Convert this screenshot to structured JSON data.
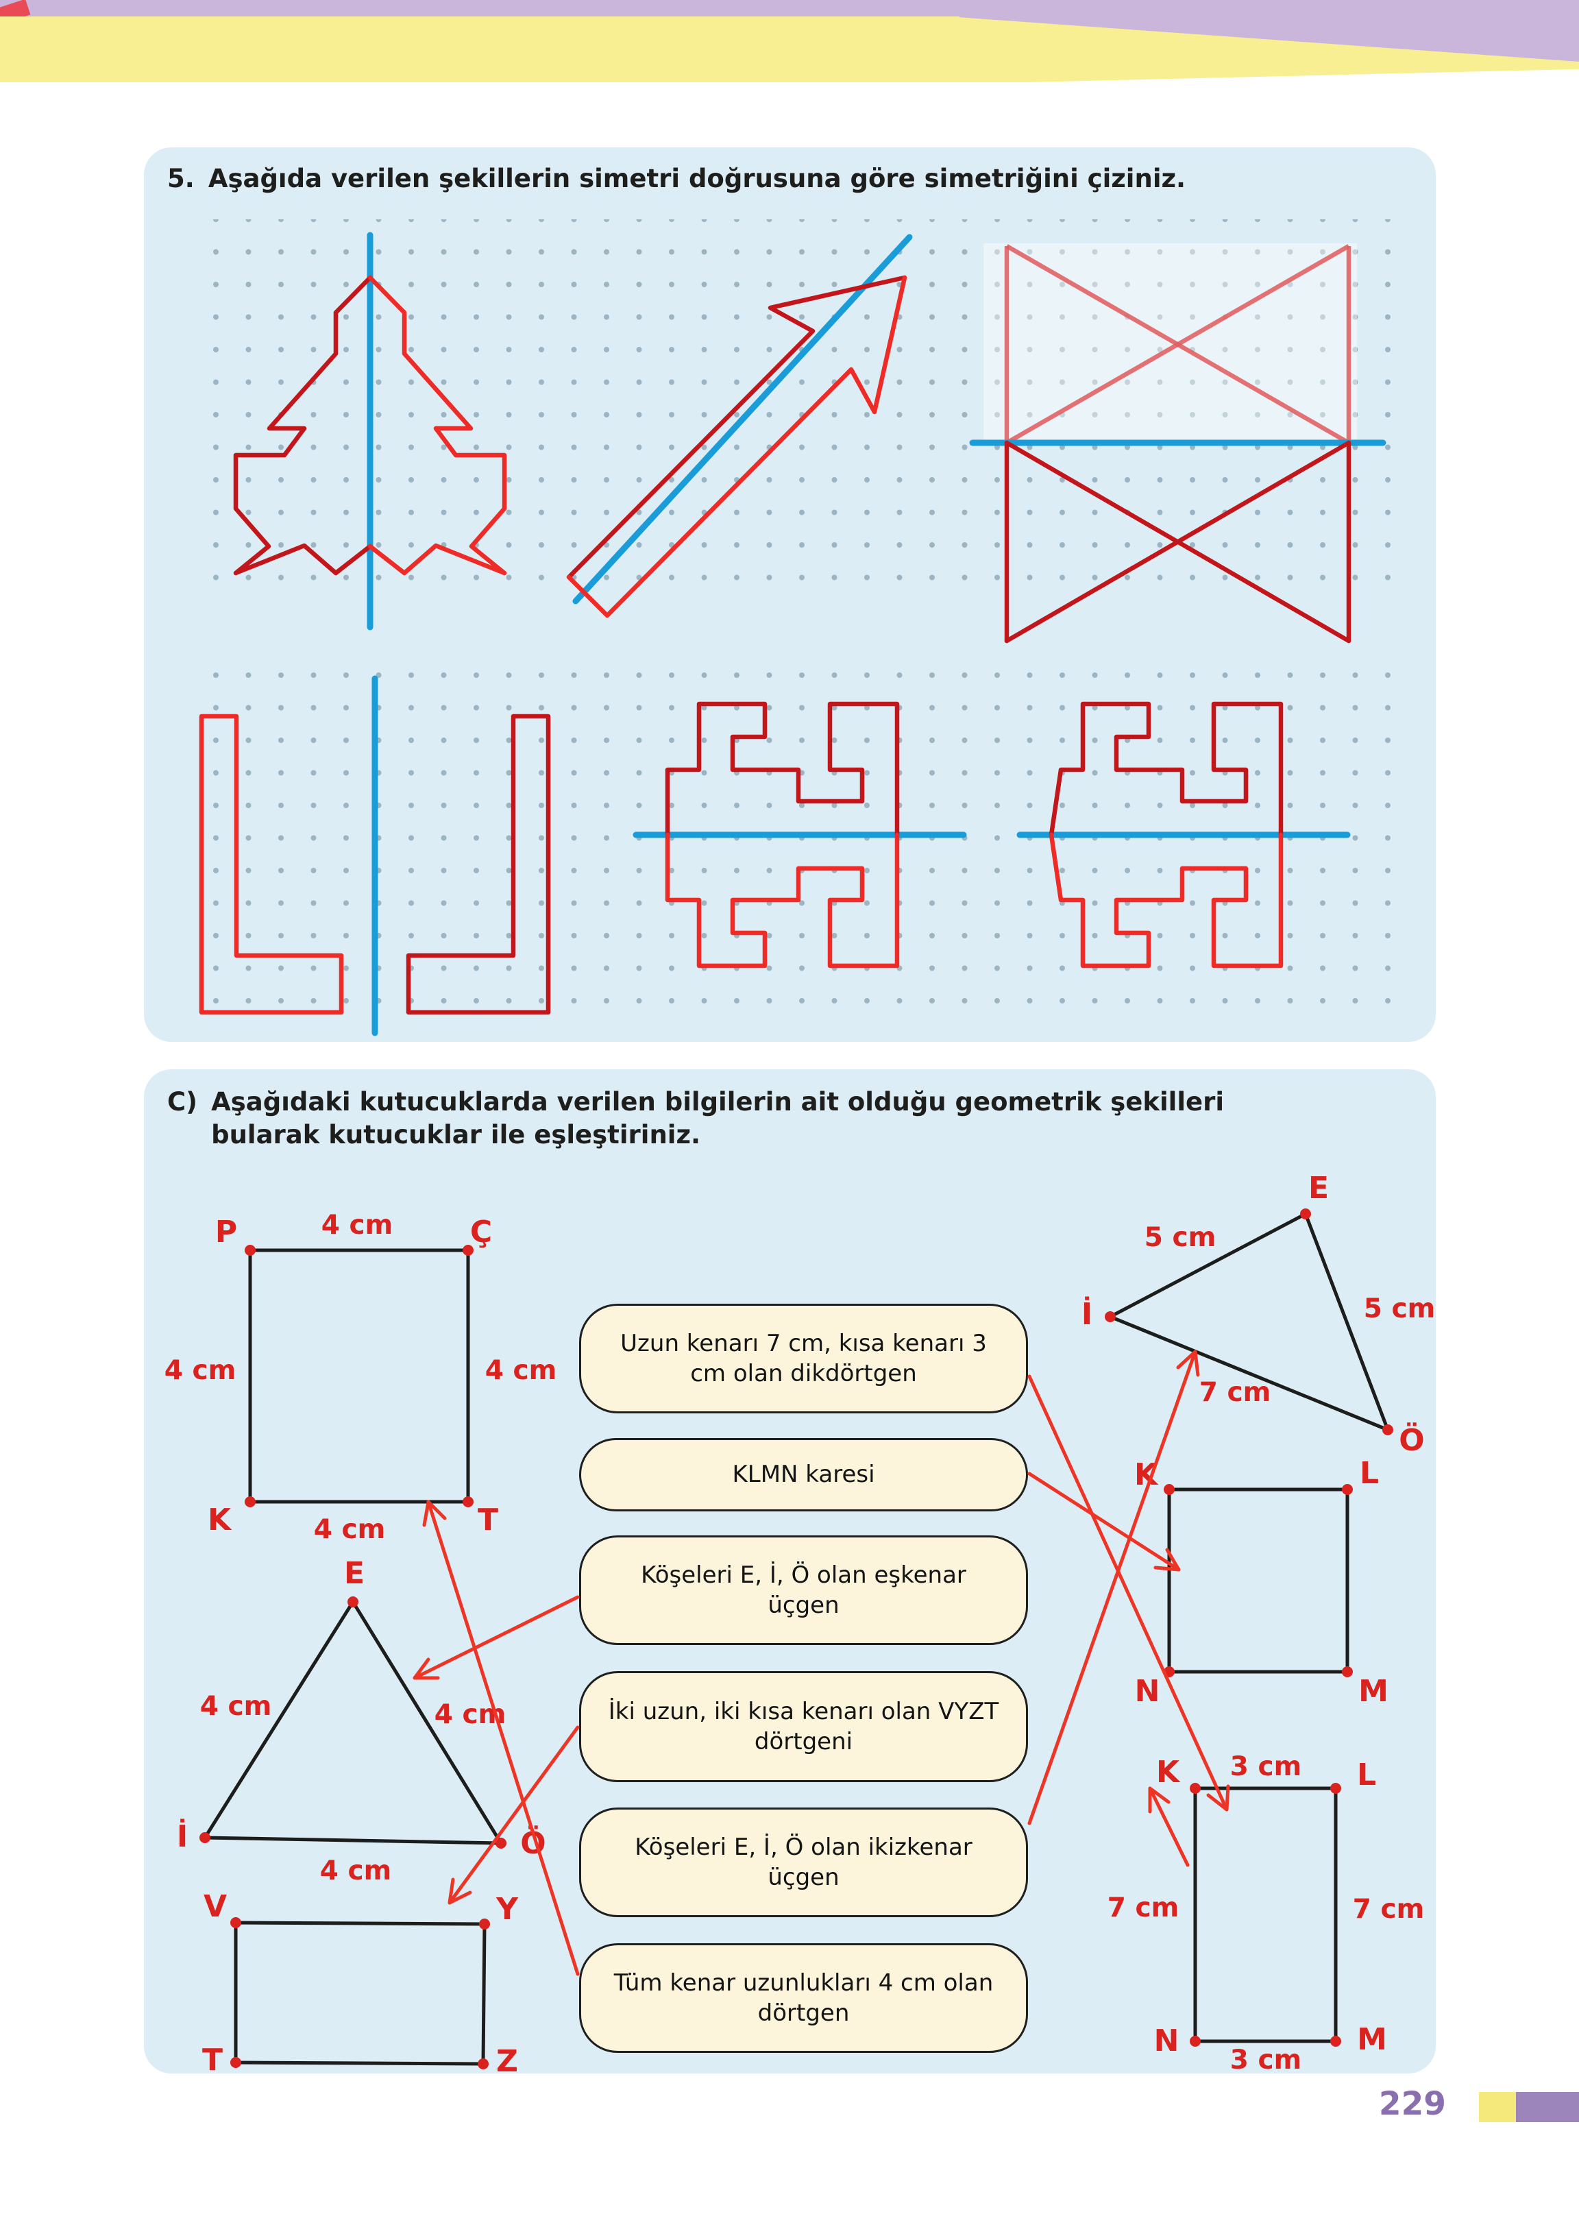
{
  "page": {
    "number": "229"
  },
  "q5": {
    "number": "5.",
    "prompt": "Aşağıda verilen şekillerin simetri doğrusuna göre simetriğini çiziniz."
  },
  "sectionC": {
    "label": "C)",
    "prompt": "Aşağıdaki kutucuklarda verilen bilgilerin ait olduğu geometrik şekilleri bularak kutucuklar ile eşleştiriniz.",
    "boxes": [
      {
        "text": "Uzun kenarı 7 cm, kısa kenarı 3 cm olan dikdörtgen"
      },
      {
        "text": "KLMN karesi"
      },
      {
        "text": "Köşeleri E, İ, Ö olan eşkenar üçgen"
      },
      {
        "text": "İki uzun, iki kısa kenarı olan VYZT dörtgeni"
      },
      {
        "text": "Köşeleri E, İ, Ö olan ikizkenar üçgen"
      },
      {
        "text": "Tüm kenar uzunlukları 4 cm olan dörtgen"
      }
    ],
    "squarePCKT": {
      "p": "P",
      "c": "Ç",
      "k": "K",
      "t": "T",
      "top": "4 cm",
      "left": "4 cm",
      "right": "4 cm",
      "bottom": "4 cm"
    },
    "triIso": {
      "e": "E",
      "i": "İ",
      "o": "Ö",
      "side_ie": "5 cm",
      "side_eo": "5 cm",
      "side_io": "7 cm"
    },
    "triEq": {
      "e": "E",
      "i": "İ",
      "o": "Ö",
      "left": "4 cm",
      "right": "4 cm",
      "bottom": "4 cm"
    },
    "squareKLMN": {
      "k": "K",
      "l": "L",
      "n": "N",
      "m": "M"
    },
    "rectKLMN": {
      "k": "K",
      "l": "L",
      "n": "N",
      "m": "M",
      "top": "3 cm",
      "left": "7 cm",
      "right": "7 cm",
      "bottom": "3 cm"
    },
    "rectVYZT": {
      "v": "V",
      "y": "Y",
      "t": "T",
      "z": "Z"
    }
  },
  "colors": {
    "panel_bg": "#dcedf6",
    "box_bg": "#fcf5dc",
    "symmetry_line_blue": "#199cd8",
    "shape_red": "#ee2b26",
    "shape_dark_red": "#c2161b",
    "label_red": "#da221f",
    "page_number_purple": "#8a6fae",
    "banner_yellow": "#f8ef92",
    "banner_purple": "#cab6da"
  }
}
